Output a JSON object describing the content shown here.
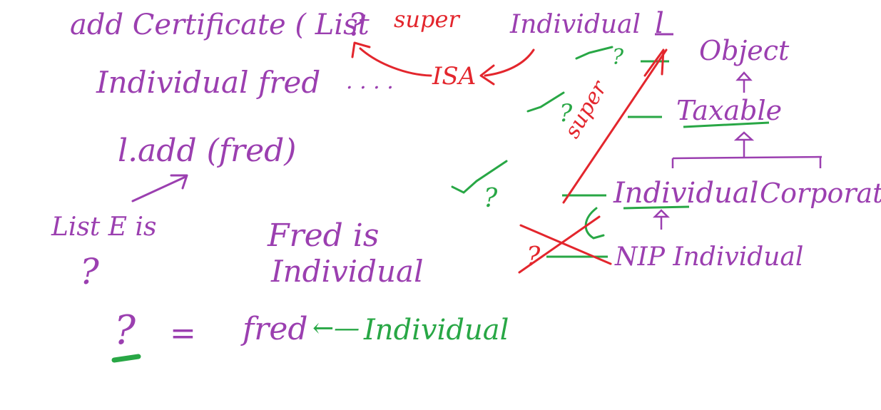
{
  "colors": {
    "purple": "#9b3fb0",
    "red": "#e3262d",
    "green": "#28a745",
    "background": "#ffffff"
  },
  "left": {
    "line1": "add Certificate ( List",
    "line1_q": "?",
    "super_label": "super",
    "individual_l": "Individual",
    "l_symbol": "l",
    "line2": "Individual fred",
    "ellipsis": ". . . .",
    "isa": "ISA",
    "call": "l.add (fred)",
    "list_e_is": "List E is",
    "list_q": "?",
    "fred_is": "Fred is",
    "fred_is_type": "Individual",
    "answer_q": "?",
    "equals": "=",
    "fred": "fred",
    "arrow_text": "←—",
    "fred_type": "Individual"
  },
  "hierarchy": {
    "object": "Object",
    "taxable": "Taxable",
    "individual": "Individual",
    "corporation": "Corporation",
    "nip": "NIP Individual",
    "super_diag": "super",
    "check_q": "?"
  }
}
